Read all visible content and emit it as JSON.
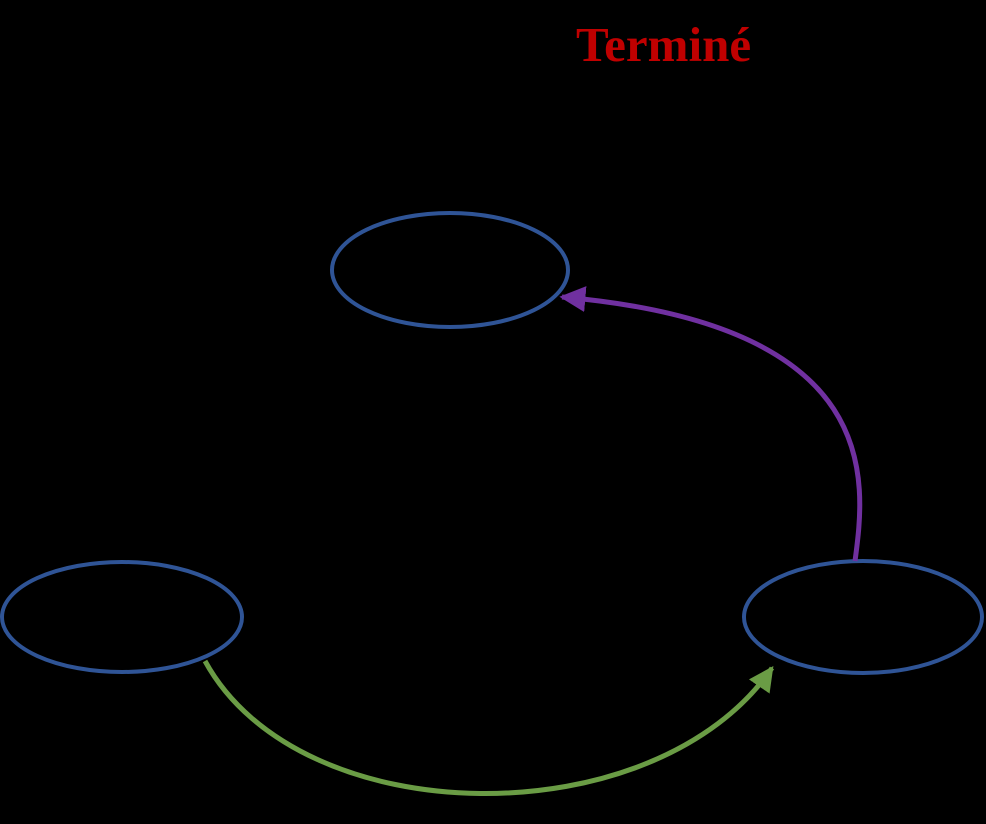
{
  "title": {
    "text": "Terminé",
    "color": "#C00000"
  },
  "colors": {
    "background": "#000000",
    "node_stroke": "#2F5496"
  },
  "diagram": {
    "type": "state-diagram",
    "nodes": [
      {
        "id": "state-top",
        "shape": "ellipse"
      },
      {
        "id": "state-bottom-left",
        "shape": "ellipse"
      },
      {
        "id": "state-bottom-right",
        "shape": "ellipse"
      }
    ],
    "edges": [
      {
        "id": "transition-bottom-right-to-top",
        "from": "state-bottom-right",
        "to": "state-top",
        "style": "curved-arrow",
        "color": "#7030A0"
      },
      {
        "id": "transition-bottom-left-to-bottom-right",
        "from": "state-bottom-left",
        "to": "state-bottom-right",
        "style": "curved-arrow",
        "color": "#6A9C45"
      }
    ]
  }
}
